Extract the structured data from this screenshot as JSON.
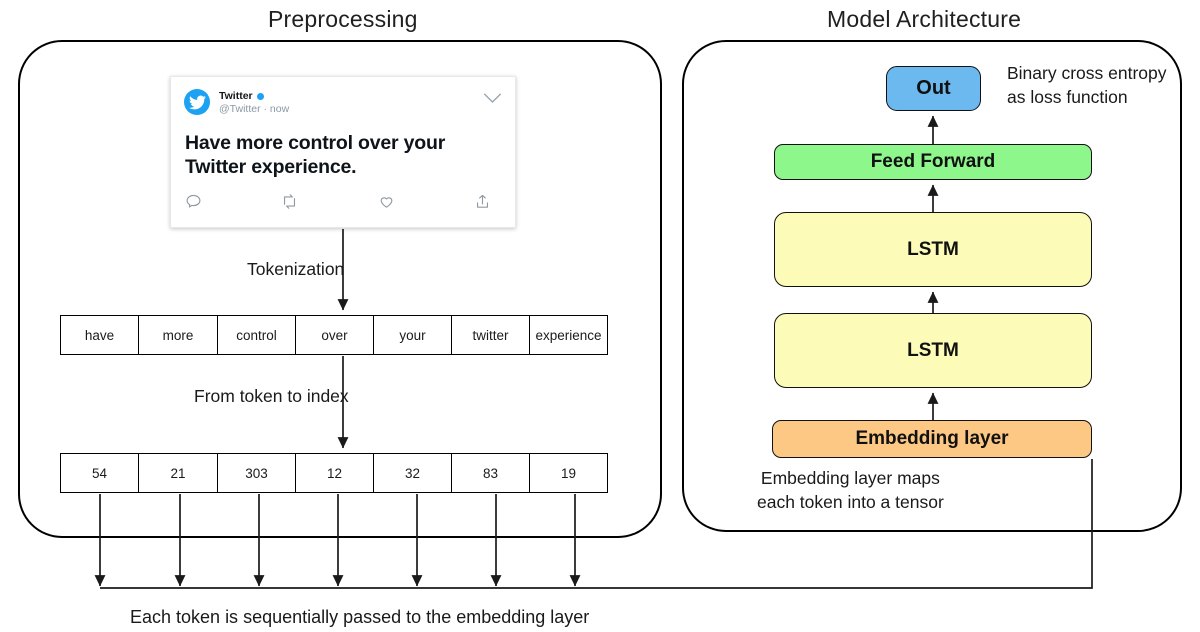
{
  "panels": {
    "preprocessing_title": "Preprocessing",
    "model_title": "Model Architecture"
  },
  "tweet": {
    "display_name": "Twitter",
    "handle": "@Twitter · now",
    "text": "Have more control over your Twitter experience.",
    "actions": [
      "reply-icon",
      "retweet-icon",
      "like-icon",
      "share-icon"
    ],
    "verified": true,
    "chevron": "chevron-down-icon"
  },
  "flow": {
    "tokenization_label": "Tokenization",
    "token_to_index_label": "From token to index",
    "bottom_caption": "Each token is sequentially passed to the embedding layer"
  },
  "tokens": [
    "have",
    "more",
    "control",
    "over",
    "your",
    "twitter",
    "experience"
  ],
  "token_widths": [
    79,
    80,
    79,
    79,
    79,
    79,
    79
  ],
  "indices": [
    "54",
    "21",
    "303",
    "12",
    "32",
    "83",
    "19"
  ],
  "model": {
    "blocks": [
      {
        "label": "Out",
        "color": "#6CB9F0"
      },
      {
        "label": "Feed Forward",
        "color": "#8EF78C"
      },
      {
        "label": "LSTM",
        "color": "#FCFCB8"
      },
      {
        "label": "LSTM",
        "color": "#FCFCB8"
      },
      {
        "label": "Embedding layer",
        "color": "#FCC884"
      }
    ],
    "loss_note_line1": "Binary cross entropy",
    "loss_note_line2": "as loss function",
    "embedding_note_line1": "Embedding layer maps",
    "embedding_note_line2": "each token into a tensor"
  }
}
